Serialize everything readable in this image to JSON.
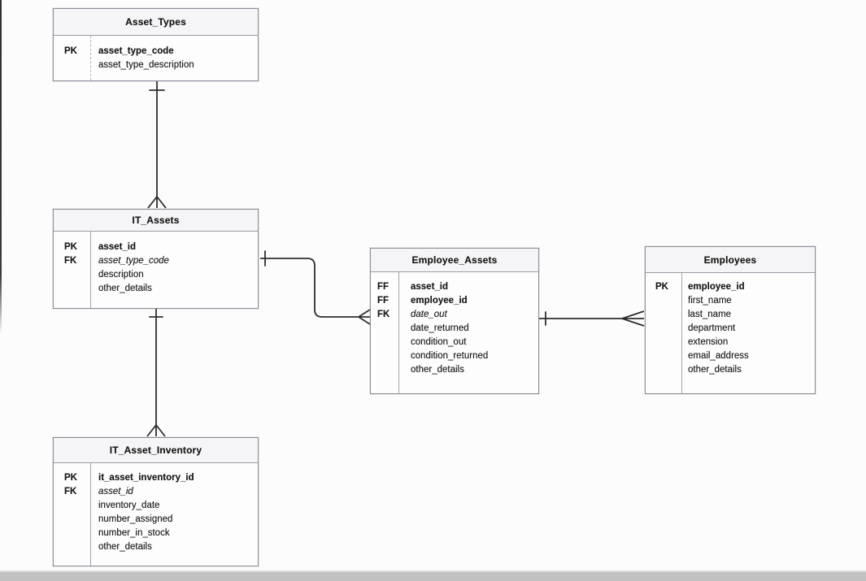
{
  "colors": {
    "background": "#fcfcfc",
    "entity_border": "#8d8d97",
    "entity_header_bg": "#f5f5f7",
    "text": "#161616",
    "relationship_line": "#2e2e2e",
    "bottom_bar": "#c1c1c1"
  },
  "entities": [
    {
      "title": "Asset_Types",
      "rows": [
        {
          "key": "PK",
          "name": "asset_type_code"
        },
        {
          "key": "",
          "name": "asset_type_description"
        }
      ]
    },
    {
      "title": "IT_Assets",
      "rows": [
        {
          "key": "PK",
          "name": "asset_id"
        },
        {
          "key": "FK",
          "name": "asset_type_code"
        },
        {
          "key": "",
          "name": "description"
        },
        {
          "key": "",
          "name": "other_details"
        }
      ]
    },
    {
      "title": "Employee_Assets",
      "rows": [
        {
          "key": "FF",
          "name": "asset_id"
        },
        {
          "key": "FF",
          "name": "employee_id"
        },
        {
          "key": "FK",
          "name": "date_out"
        },
        {
          "key": "",
          "name": "date_returned"
        },
        {
          "key": "",
          "name": "condition_out"
        },
        {
          "key": "",
          "name": "condition_returned"
        },
        {
          "key": "",
          "name": "other_details"
        }
      ]
    },
    {
      "title": "Employees",
      "rows": [
        {
          "key": "PK",
          "name": "employee_id"
        },
        {
          "key": "",
          "name": "first_name"
        },
        {
          "key": "",
          "name": "last_name"
        },
        {
          "key": "",
          "name": "department"
        },
        {
          "key": "",
          "name": "extension"
        },
        {
          "key": "",
          "name": "email_address"
        },
        {
          "key": "",
          "name": "other_details"
        }
      ]
    },
    {
      "title": "IT_Asset_Inventory",
      "rows": [
        {
          "key": "PK",
          "name": "it_asset_inventory_id"
        },
        {
          "key": "FK",
          "name": "asset_id"
        },
        {
          "key": "",
          "name": "inventory_date"
        },
        {
          "key": "",
          "name": "number_assigned"
        },
        {
          "key": "",
          "name": "number_in_stock"
        },
        {
          "key": "",
          "name": "other_details"
        }
      ]
    }
  ],
  "relationships": [
    {
      "from": "Asset_Types",
      "to": "IT_Assets",
      "from_end": "one",
      "to_end": "many"
    },
    {
      "from": "IT_Assets",
      "to": "Employee_Assets",
      "from_end": "one",
      "to_end": "many"
    },
    {
      "from": "Employee_Assets",
      "to": "Employees",
      "from_end": "one",
      "to_end": "many"
    },
    {
      "from": "IT_Assets",
      "to": "IT_Asset_Inventory",
      "from_end": "one",
      "to_end": "many"
    }
  ]
}
